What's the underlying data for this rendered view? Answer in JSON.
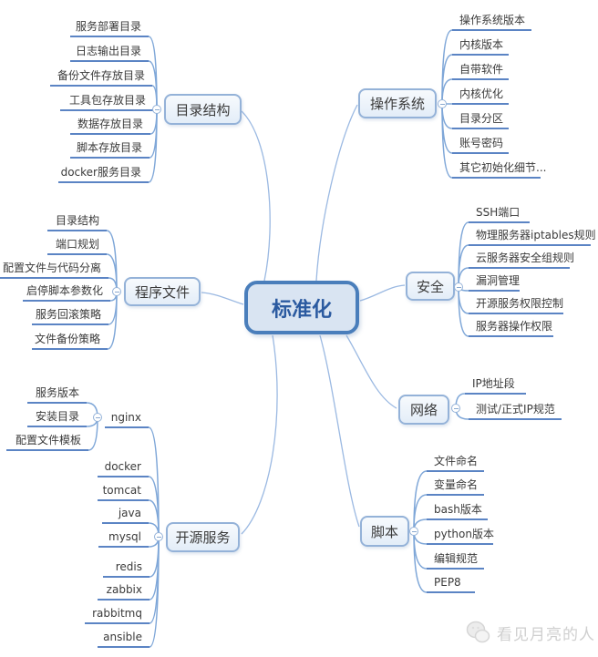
{
  "center": {
    "label": "标准化"
  },
  "watermark": {
    "text": "看见月亮的人"
  },
  "colors": {
    "center_border": "#4a7ebb",
    "center_fill": "#d9e4f2",
    "center_text": "#2b5aa0",
    "branch_border": "#94b2d8",
    "branch_fill": "#e9f0f9",
    "leaf_underline": "#5b84c4",
    "connector": "#9bb9e2",
    "text": "#3a3a3a",
    "watermark_text": "#cfcfcf"
  },
  "branches": [
    {
      "label": "目录结构",
      "children": [
        {
          "label": "服务部署目录"
        },
        {
          "label": "日志输出目录"
        },
        {
          "label": "备份文件存放目录"
        },
        {
          "label": "工具包存放目录"
        },
        {
          "label": "数据存放目录"
        },
        {
          "label": "脚本存放目录"
        },
        {
          "label": "docker服务目录"
        }
      ]
    },
    {
      "label": "操作系统",
      "children": [
        {
          "label": "操作系统版本"
        },
        {
          "label": "内核版本"
        },
        {
          "label": "自带软件"
        },
        {
          "label": "内核优化"
        },
        {
          "label": "目录分区"
        },
        {
          "label": "账号密码"
        },
        {
          "label": "其它初始化细节..."
        }
      ]
    },
    {
      "label": "程序文件",
      "children": [
        {
          "label": "目录结构"
        },
        {
          "label": "端口规划"
        },
        {
          "label": "配置文件与代码分离"
        },
        {
          "label": "启停脚本参数化"
        },
        {
          "label": "服务回滚策略"
        },
        {
          "label": "文件备份策略"
        }
      ]
    },
    {
      "label": "安全",
      "children": [
        {
          "label": "SSH端口"
        },
        {
          "label": "物理服务器iptables规则"
        },
        {
          "label": "云服务器安全组规则"
        },
        {
          "label": "漏洞管理"
        },
        {
          "label": "开源服务权限控制"
        },
        {
          "label": "服务器操作权限"
        }
      ]
    },
    {
      "label": "网络",
      "children": [
        {
          "label": "IP地址段"
        },
        {
          "label": "测试/正式IP规范"
        }
      ]
    },
    {
      "label": "开源服务",
      "children": [
        {
          "label": "nginx",
          "children": [
            {
              "label": "服务版本"
            },
            {
              "label": "安装目录"
            },
            {
              "label": "配置文件模板"
            }
          ]
        },
        {
          "label": "docker"
        },
        {
          "label": "tomcat"
        },
        {
          "label": "java"
        },
        {
          "label": "mysql"
        },
        {
          "label": "redis"
        },
        {
          "label": "zabbix"
        },
        {
          "label": "rabbitmq"
        },
        {
          "label": "ansible"
        }
      ]
    },
    {
      "label": "脚本",
      "children": [
        {
          "label": "文件命名"
        },
        {
          "label": "变量命名"
        },
        {
          "label": "bash版本"
        },
        {
          "label": "python版本"
        },
        {
          "label": "编辑规范"
        },
        {
          "label": "PEP8"
        }
      ]
    }
  ]
}
